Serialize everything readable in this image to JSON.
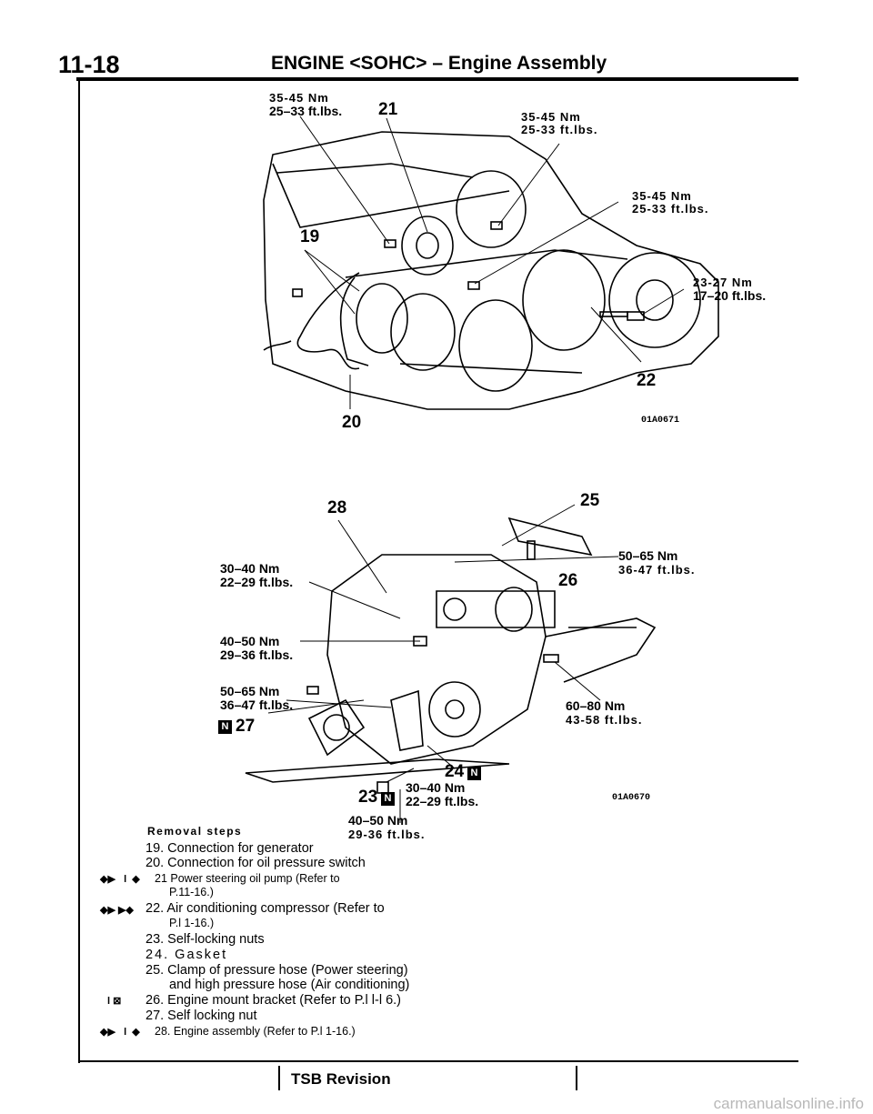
{
  "header": {
    "page_number": "11-18",
    "title": "ENGINE <SOHC> – Engine Assembly"
  },
  "figure1": {
    "code": "01A0671",
    "torques": {
      "t21_nm": "35-45 Nm",
      "t21_ft": "25–33 ft.lbs.",
      "top_right_nm": "35-45 Nm",
      "top_right_ft": "25-33 ft.lbs.",
      "right_nm": "35-45 Nm",
      "right_ft": "25-33 ft.lbs.",
      "t22_nm": "23-27 Nm",
      "t22_ft": "17–20 ft.lbs."
    },
    "callouts": {
      "c21": "21",
      "c19": "19",
      "c22": "22",
      "c20": "20"
    }
  },
  "figure2": {
    "code": "01A0670",
    "torques": {
      "a_nm": "30–40 Nm",
      "a_ft": "22–29 ft.lbs.",
      "b_nm": "40–50 Nm",
      "b_ft": "29–36 ft.lbs.",
      "c_nm": "50–65 Nm",
      "c_ft": "36–47 ft.lbs.",
      "d_nm": "50–65 Nm",
      "d_ft": "36-47 ft.lbs.",
      "e_nm": "60–80 Nm",
      "e_ft": "43-58 ft.lbs.",
      "f_nm": "30–40 Nm",
      "f_ft": "22–29 ft.lbs.",
      "g_nm": "40–50 Nm",
      "g_ft": "29-36 ft.lbs."
    },
    "callouts": {
      "c28": "28",
      "c25": "25",
      "c26": "26",
      "c27": "27",
      "c24": "24",
      "c23": "23",
      "n": "N"
    }
  },
  "removal": {
    "title": "Removal steps",
    "steps": [
      "19. Connection for generator",
      "20. Connection for oil pressure switch",
      "21 Power steering oil pump (Refer to",
      "P.11-16.)",
      "22. Air conditioning compressor (Refer to",
      "P.l 1-16.)",
      "23. Self-locking nuts",
      "24. Gasket",
      "25. Clamp of pressure hose (Power steering)",
      "and high pressure hose (Air conditioning)",
      "26. Engine mount bracket (Refer to P.l l-l 6.)",
      "27. Self locking nut",
      "28. Engine assembly (Refer to P.l 1-16.)"
    ],
    "marks": {
      "m21": "◆▶   l  ◆",
      "m22": "◆▶ ▶◆",
      "m26": "l ⊠",
      "m28": "◆▶   l  ◆"
    }
  },
  "footer": {
    "tsb": "TSB Revision",
    "watermark": "carmanualsonline.info"
  }
}
